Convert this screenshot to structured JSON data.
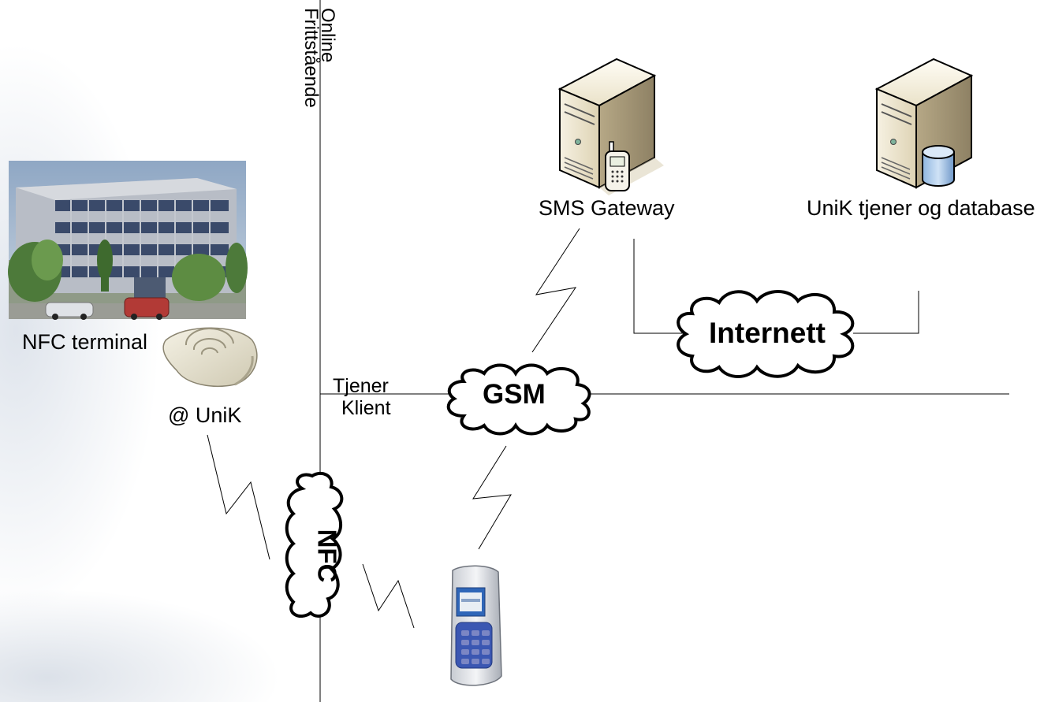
{
  "axis": {
    "top_label_1": "Online",
    "top_label_2": "Frittstående",
    "mid_label_1": "Tjener",
    "mid_label_2": "Klient"
  },
  "nodes": {
    "sms_gateway": "SMS Gateway",
    "unik_server": "UniK tjener og database",
    "nfc_terminal": "NFC terminal",
    "reader_location": "@ UniK"
  },
  "clouds": {
    "internet": "Internett",
    "gsm": "GSM",
    "nfc": "NFC"
  },
  "icons": {
    "building": "building-photo",
    "reader": "nfc-reader-icon",
    "phone": "mobile-phone-icon",
    "gateway_server": "server-with-phone-icon",
    "db_server": "server-with-database-icon"
  }
}
